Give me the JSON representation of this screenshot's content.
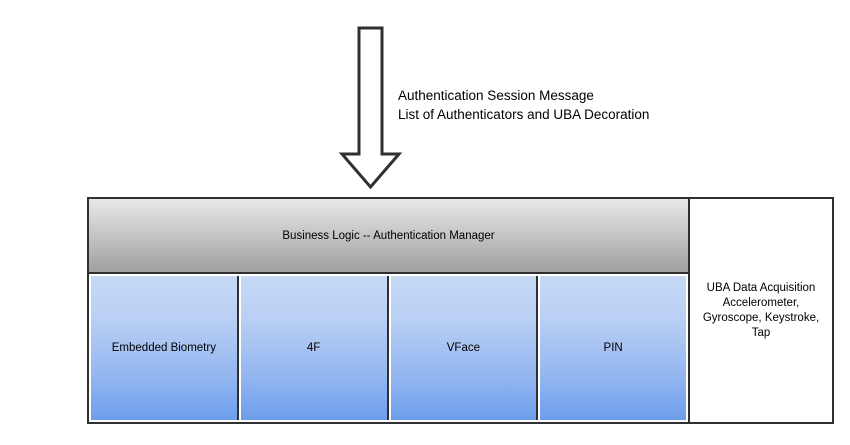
{
  "diagram": {
    "flow": {
      "arrow_name": "downward-arrow",
      "message_line_1": "Authentication Session Message",
      "message_line_2": "List of Authenticators and UBA Decoration"
    },
    "system": {
      "business_logic": {
        "label": "Business Logic -- Authentication Manager"
      },
      "authenticators": [
        {
          "label": "Embedded Biometry"
        },
        {
          "label": "4F"
        },
        {
          "label": "VFace"
        },
        {
          "label": "PIN"
        }
      ],
      "uba_panel": {
        "label": "UBA Data Acquisition\nAccelerometer,\nGyroscope, Keystroke,\nTap"
      }
    },
    "colors": {
      "stroke": "#2e3033",
      "gray_top": "#e9e9e9",
      "gray_bottom": "#a0a0a0",
      "blue_top": "#c6d9f7",
      "blue_bottom": "#6d9eeb",
      "panel_background": "#ffffff"
    }
  }
}
